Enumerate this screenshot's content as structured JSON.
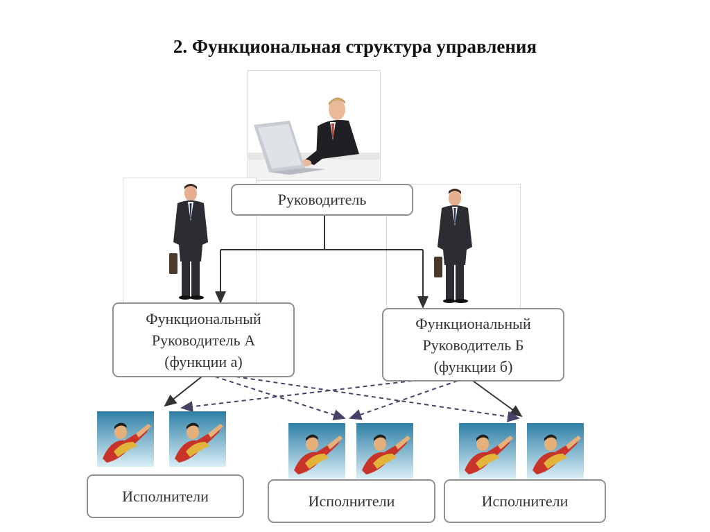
{
  "title": "2. Функциональная структура управления",
  "manager": {
    "label": "Руководитель"
  },
  "functional_managers": [
    {
      "line1": "Функциональный",
      "line2": "Руководитель А",
      "line3": "(функции а)"
    },
    {
      "line1": "Функциональный",
      "line2": "Руководитель Б",
      "line3": "(функции  б)"
    }
  ],
  "executor_groups": [
    {
      "label": "Исполнители"
    },
    {
      "label": "Исполнители"
    },
    {
      "label": "Исполнители"
    }
  ]
}
